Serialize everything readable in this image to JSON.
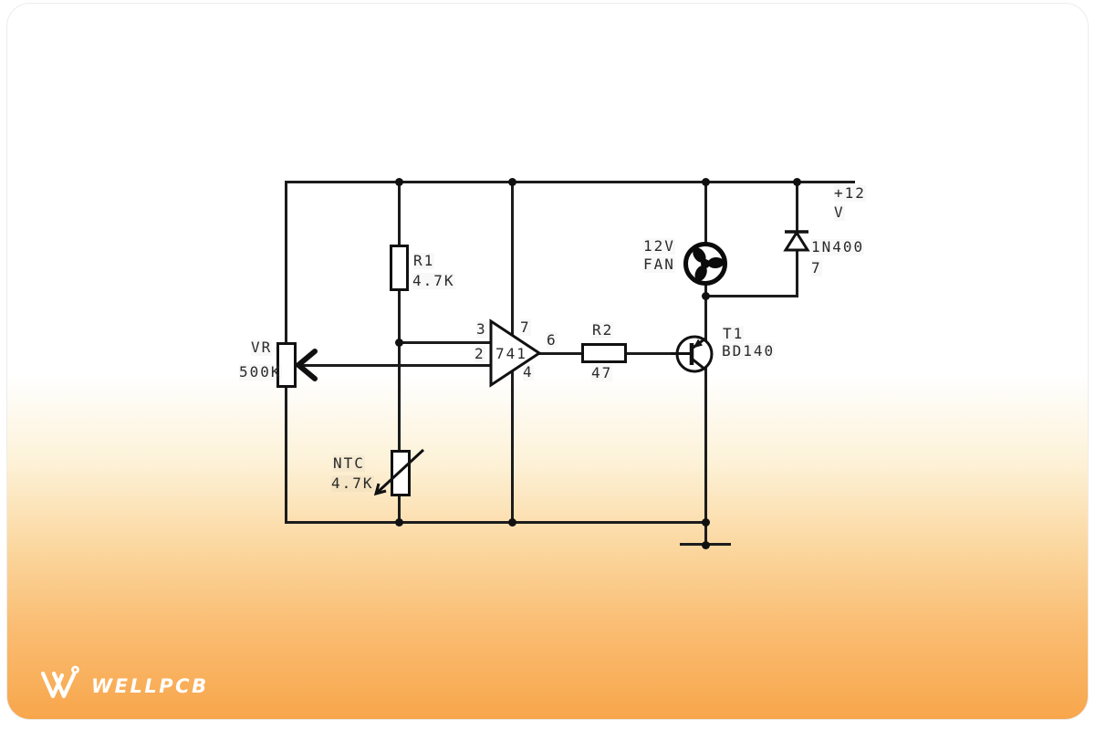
{
  "brand": {
    "name": "WELLPCB"
  },
  "colors": {
    "wire": "#1c1c1c",
    "card_orange": "#f8a64b",
    "label_text": "#2a2a2a"
  },
  "schematic": {
    "supply": {
      "line1": "+12",
      "line2": "V"
    },
    "r1": {
      "ref": "R1",
      "value": "4.7K"
    },
    "vr": {
      "ref": "VR",
      "value": "500K"
    },
    "ntc": {
      "ref": "NTC",
      "value": "4.7K"
    },
    "opamp": {
      "part": "741",
      "pin_noninverting": "3",
      "pin_inverting": "2",
      "pin_vplus": "7",
      "pin_vminus": "4",
      "pin_output": "6"
    },
    "r2": {
      "ref": "R2",
      "value": "47"
    },
    "t1": {
      "ref": "T1",
      "value": "BD140"
    },
    "fan": {
      "line1": "12V",
      "line2": "FAN"
    },
    "d1": {
      "line1": "1N400",
      "line2": "7"
    }
  }
}
